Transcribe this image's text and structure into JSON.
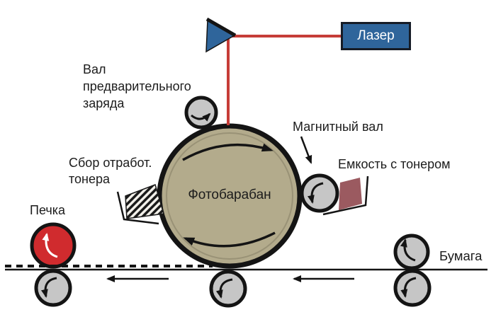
{
  "labels": {
    "laser": "Лазер",
    "precharge_roller": "Вал\nпредварительного\nзаряда",
    "magnetic_roller": "Магнитный вал",
    "toner_container": "Емкость с тонером",
    "waste_toner": "Сбор отработ.\nтонера",
    "photo_drum": "Фотобарабан",
    "fuser": "Печка",
    "paper": "Бумага"
  },
  "colors": {
    "accent-blue": "#2f659b",
    "laser-beam-red": "#c63d38",
    "fuser-red": "#d02b2e",
    "drum-tan": "#b3ab8c",
    "roller-gray": "#c6c6c6",
    "toner-maroon": "#9b5a60",
    "outline-black": "#141414",
    "label-text": "#1c1c1c"
  }
}
